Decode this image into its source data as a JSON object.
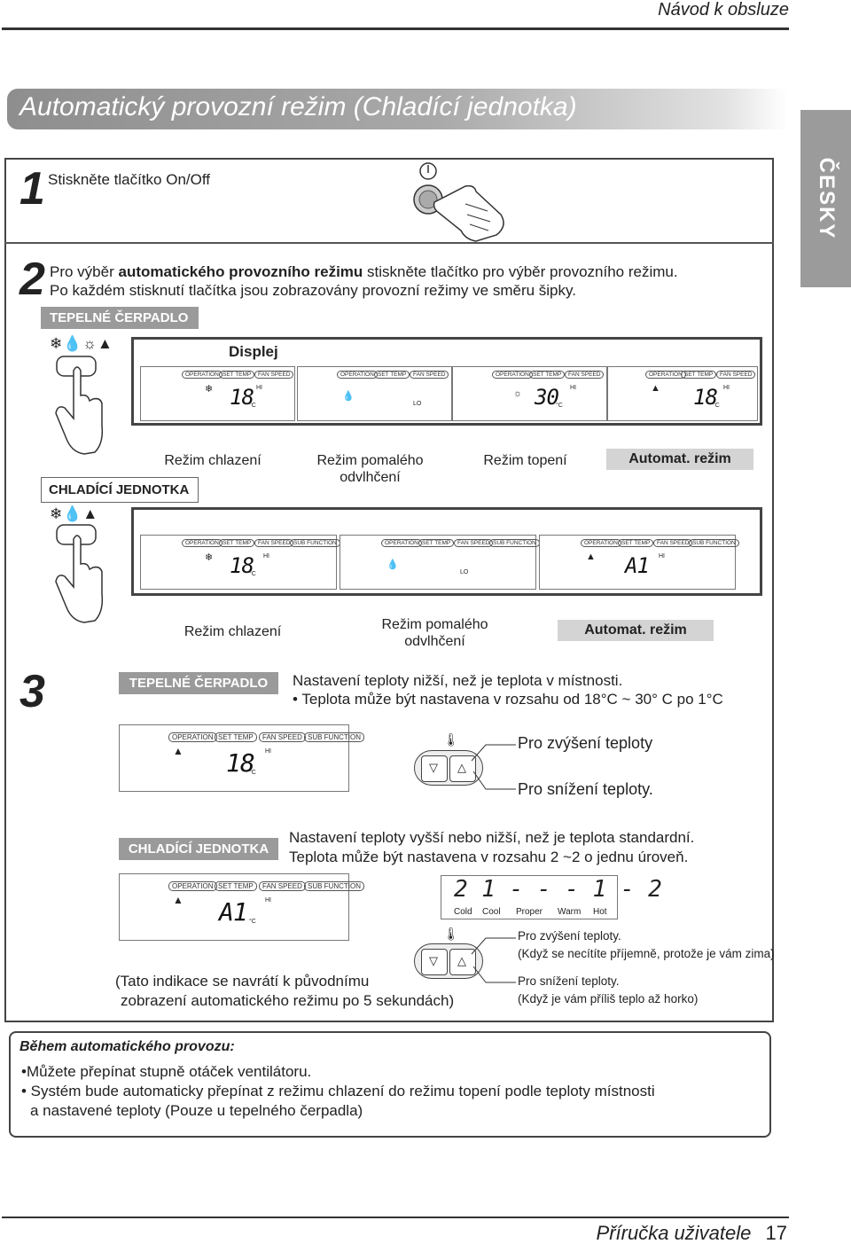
{
  "header": {
    "title": "Návod k obsluze"
  },
  "section": {
    "title": "Automatický provozní režim (Chladící jednotka)",
    "side_tab": "ČESKY"
  },
  "step1": {
    "number": "1",
    "text": "Stiskněte tlačítko On/Off"
  },
  "step2": {
    "number": "2",
    "line1_a": "Pro výběr ",
    "line1_bold": "automatického provozního režimu",
    "line1_b": " stiskněte tlačítko pro výběr provozního režimu.",
    "line2": "Po každém  stisknutí tlačítka  jsou zobrazovány provozní režimy ve směru šipky.",
    "heat_pump_label": "TEPELNÉ ČERPADLO",
    "display_label": "Displej",
    "cooling_label": "CHLADÍCÍ JEDNOTKA",
    "heat_modes": [
      "Režim chlazení",
      "Režim pomalého odvlhčení",
      "Režim topení",
      "Automat. režim"
    ],
    "cool_modes": [
      "Režim chlazení",
      "Režim pomalého odvlhčení",
      "Automat. režim"
    ]
  },
  "lcd": {
    "operation": "OPERATION",
    "set_temp": "SET TEMP",
    "fan_speed": "FAN SPEED",
    "sub_function": "SUB FUNCTION",
    "hi": "HI",
    "lo": "LO",
    "unit": "°C",
    "v18": "18",
    "v30": "30",
    "a1": "A1"
  },
  "step3": {
    "number": "3",
    "heat_pump_label": "TEPELNÉ ČERPADLO",
    "heat_line1": "Nastavení teploty nižší, než je teplota v místnosti.",
    "heat_line2": "• Teplota může být nastavena v rozsahu od 18°C ~ 30° C po 1°C",
    "raise": "Pro zvýšení teploty",
    "lower": "Pro snížení teploty.",
    "cooling_label": "CHLADÍCÍ JEDNOTKA",
    "cool_line1": "Nastavení teploty vyšší nebo nižší, než je teplota standardní.",
    "cool_line2": "Teplota může být nastavena v rozsahu 2 ~2 o jednu úroveň.",
    "scale_digits": "2  1 - - - 1 - 2",
    "scale_labels": [
      "Cold",
      "Cool",
      "Proper",
      "Warm",
      "Hot"
    ],
    "raise2": "Pro zvýšení teploty.",
    "raise2_note": "(Když se necítíte příjemně, protože je vám zima)",
    "lower2": "Pro snížení teploty.",
    "lower2_note": "(Když je vám příliš teplo až horko)",
    "return_note1": "(Tato indikace se navrátí k původnímu",
    "return_note2": "zobrazení automatického režimu po 5 sekundách)"
  },
  "notes": {
    "title": "Během automatického provozu:",
    "items": [
      "•Můžete přepínat stupně otáček ventilátoru.",
      "• Systém bude automaticky přepínat z režimu chlazení do režimu topení podle teploty místnosti",
      "a nastavené teploty (Pouze u tepelného čerpadla)"
    ]
  },
  "footer": {
    "text": "Příručka uživatele",
    "page": "17"
  },
  "colors": {
    "title_bar": "#9a9a9a",
    "label_gray": "#9a9a9a",
    "auto_tag": "#d4d4d4"
  }
}
